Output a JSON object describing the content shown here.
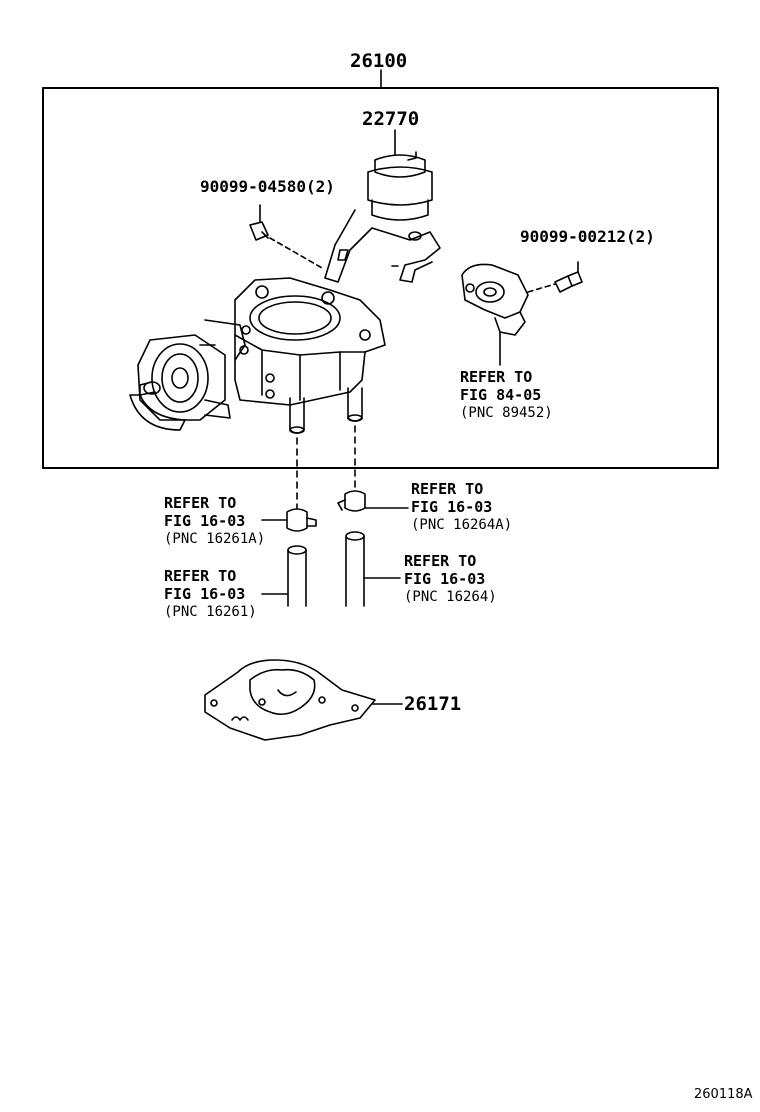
{
  "parts": {
    "assembly": "26100",
    "vsv": "22770",
    "bolt_left": "90099-04580(2)",
    "bolt_right": "90099-00212(2)",
    "gasket": "26171"
  },
  "refs": {
    "sensor": {
      "l1": "REFER TO",
      "l2": "FIG 84-05",
      "l3": "(PNC 89452)"
    },
    "clamp_left": {
      "l1": "REFER TO",
      "l2": "FIG 16-03",
      "l3": "(PNC 16261A)"
    },
    "clamp_right": {
      "l1": "REFER TO",
      "l2": "FIG 16-03",
      "l3": "(PNC 16264A)"
    },
    "hose_left": {
      "l1": "REFER TO",
      "l2": "FIG 16-03",
      "l3": "(PNC 16261)"
    },
    "hose_right": {
      "l1": "REFER TO",
      "l2": "FIG 16-03",
      "l3": "(PNC 16264)"
    }
  },
  "diagram_code": "260118A"
}
